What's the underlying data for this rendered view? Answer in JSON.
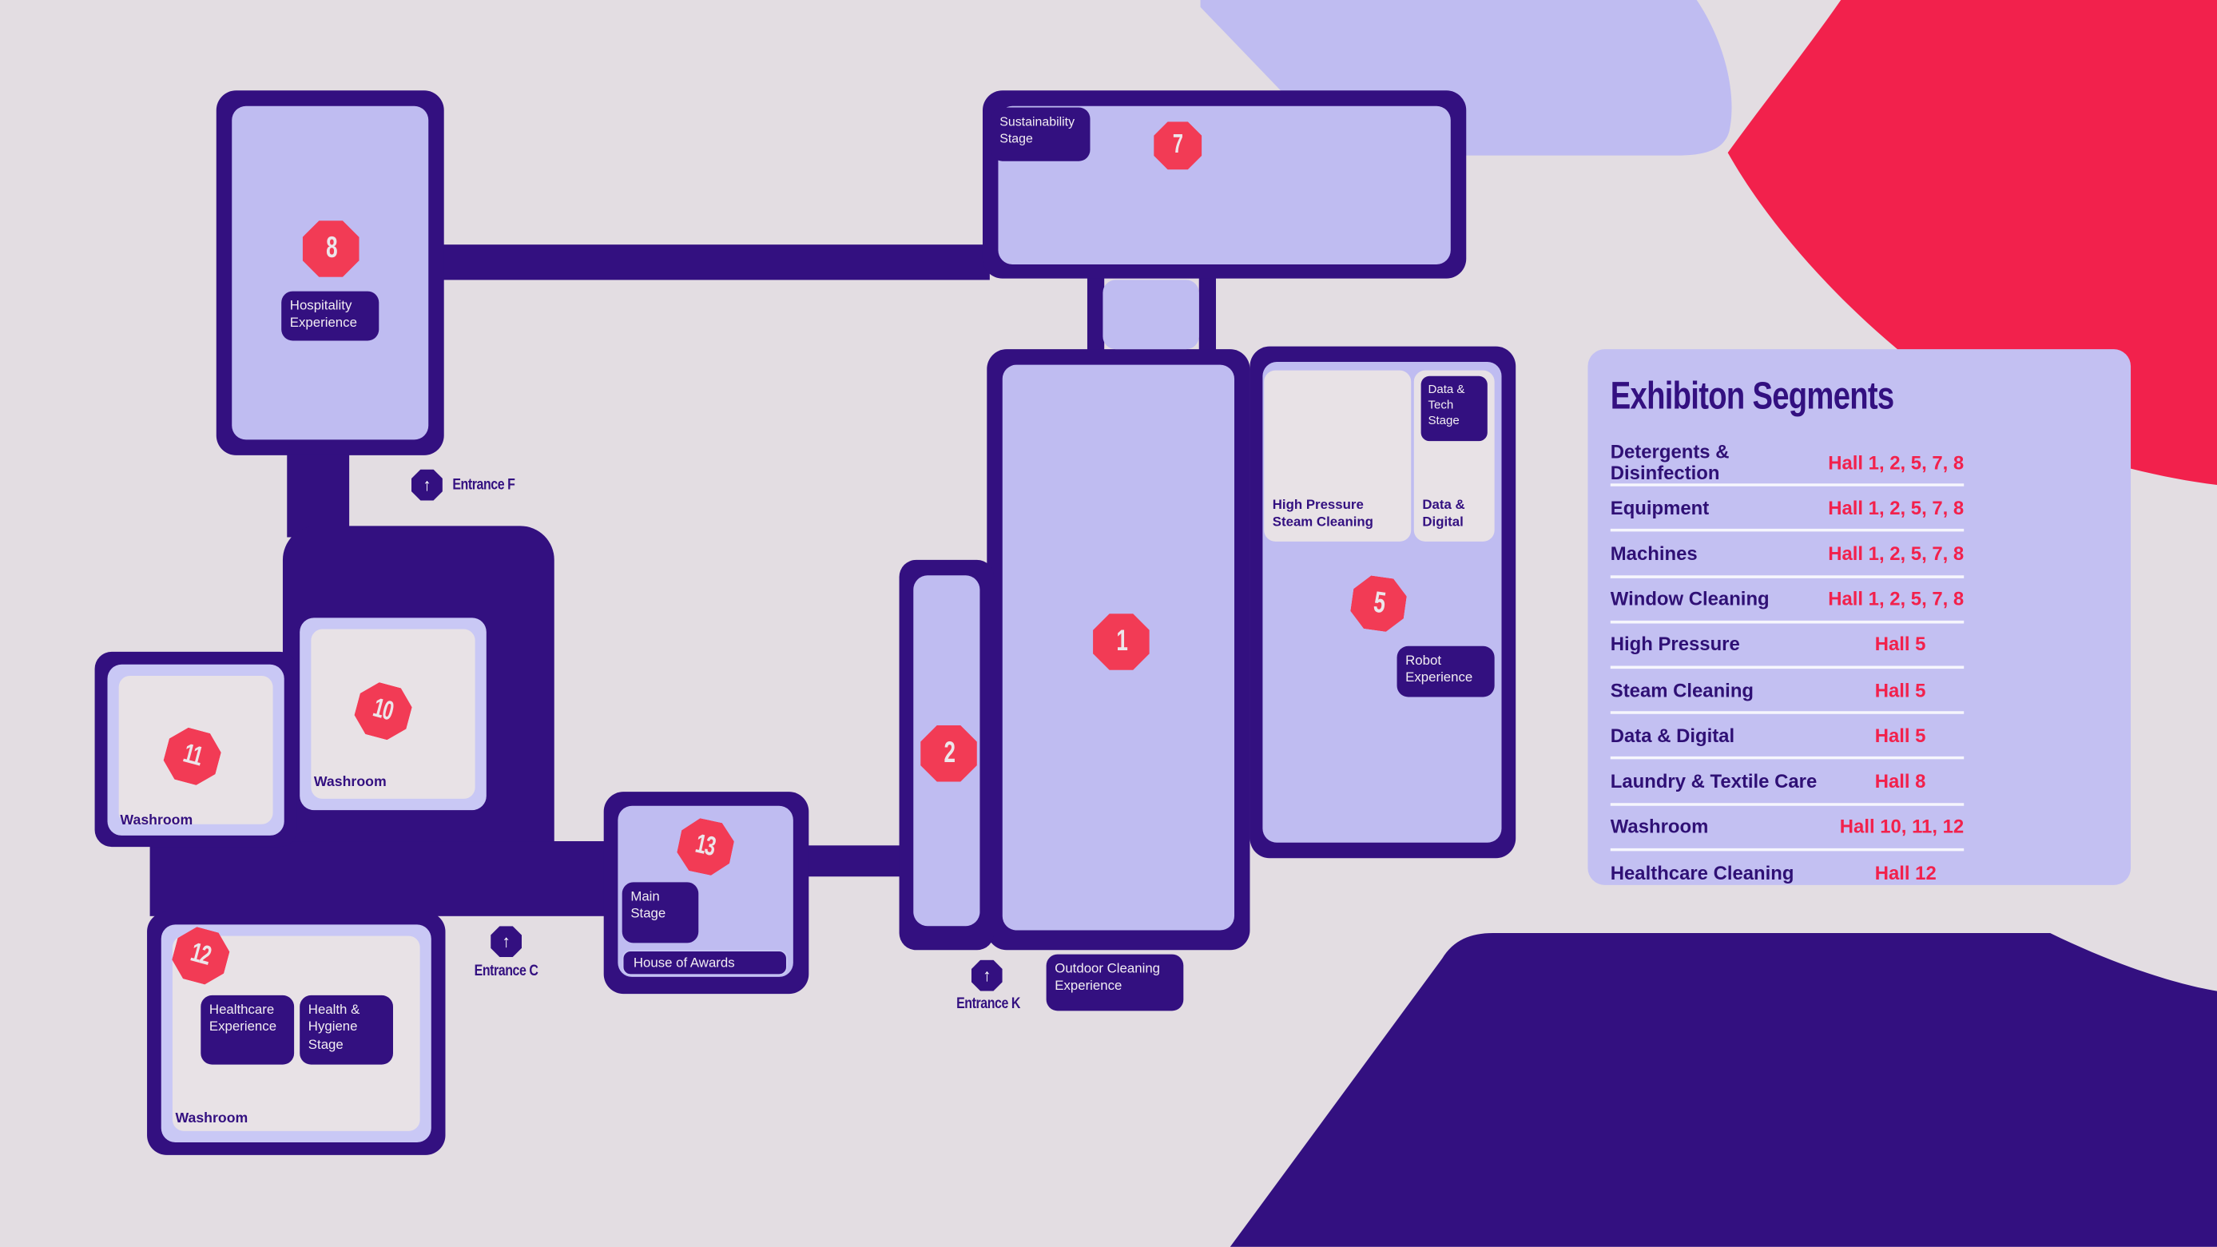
{
  "colors": {
    "dark_purple": "#331080",
    "lavender_fill": "#bfbcf1",
    "legend_background": "#c3c0f2",
    "paper_fill": "#e8e2e6",
    "page_background": "#e3dde2",
    "red_accent": "#f2214c",
    "octagon_red": "#f23b55"
  },
  "legend": {
    "title": "Exhibiton Segments",
    "rows": [
      {
        "label": "Detergents & Disinfection",
        "halls": "Hall 1, 2, 5, 7, 8"
      },
      {
        "label": "Equipment",
        "halls": "Hall 1, 2, 5, 7, 8"
      },
      {
        "label": "Machines",
        "halls": "Hall 1, 2, 5, 7, 8"
      },
      {
        "label": "Window Cleaning",
        "halls": "Hall 1, 2, 5, 7, 8"
      },
      {
        "label": "High Pressure",
        "halls": "Hall 5"
      },
      {
        "label": "Steam Cleaning",
        "halls": "Hall 5"
      },
      {
        "label": "Data & Digital",
        "halls": "Hall 5"
      },
      {
        "label": "Laundry & Textile Care",
        "halls": "Hall 8"
      },
      {
        "label": "Washroom",
        "halls": "Hall 10, 11, 12"
      },
      {
        "label": "Healthcare Cleaning",
        "halls": "Hall 12"
      }
    ]
  },
  "halls": {
    "h1": "1",
    "h2": "2",
    "h5": "5",
    "h7": "7",
    "h8": "8",
    "h10": "10",
    "h11": "11",
    "h12": "12",
    "h13": "13"
  },
  "stages": {
    "sustainability": "Sustainability Stage",
    "hospitality": "Hospitality Experience",
    "data_tech": "Data & Tech Stage",
    "robot": "Robot Experience",
    "outdoor": "Outdoor Cleaning Experience",
    "main": "Main Stage",
    "house_of_awards": "House of Awards",
    "healthcare": "Healthcare Experience",
    "health_hygiene": "Health & Hygiene Stage"
  },
  "areas": {
    "high_pressure_steam": "High Pressure Steam Cleaning",
    "data_digital": "Data & Digital",
    "washroom": "Washroom"
  },
  "entrances": {
    "f": "Entrance F",
    "c": "Entrance C",
    "k": "Entrance K"
  },
  "icons": {
    "up_arrow": "↑"
  }
}
